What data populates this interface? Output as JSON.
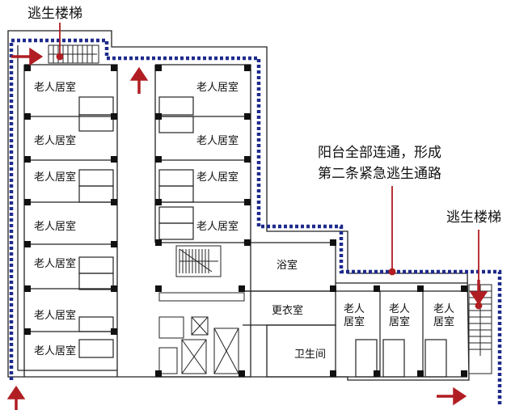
{
  "title_text": {
    "escape_stair_1": "逃生楼梯",
    "escape_stair_2": "逃生楼梯",
    "balcony_note_line1": "阳台全部连通，形成",
    "balcony_note_line2": "第二条紧急逃生通路"
  },
  "rooms": {
    "left_column": [
      "老人居室",
      "老人居室",
      "老人居室",
      "老人居室",
      "老人居室",
      "老人居室",
      "老人居室"
    ],
    "middle_column": [
      "老人居室",
      "老人居室",
      "老人居室",
      "老人居室"
    ],
    "bath": "浴室",
    "changing": "更衣室",
    "toilet": "卫生间",
    "right_row_line1": [
      "老人",
      "老人",
      "老人"
    ],
    "right_row_line2": [
      "居室",
      "居室",
      "居室"
    ]
  },
  "colors": {
    "route": "#1e2a8c",
    "arrow": "#b01e23",
    "wall": "#222222",
    "column": "#111111"
  }
}
